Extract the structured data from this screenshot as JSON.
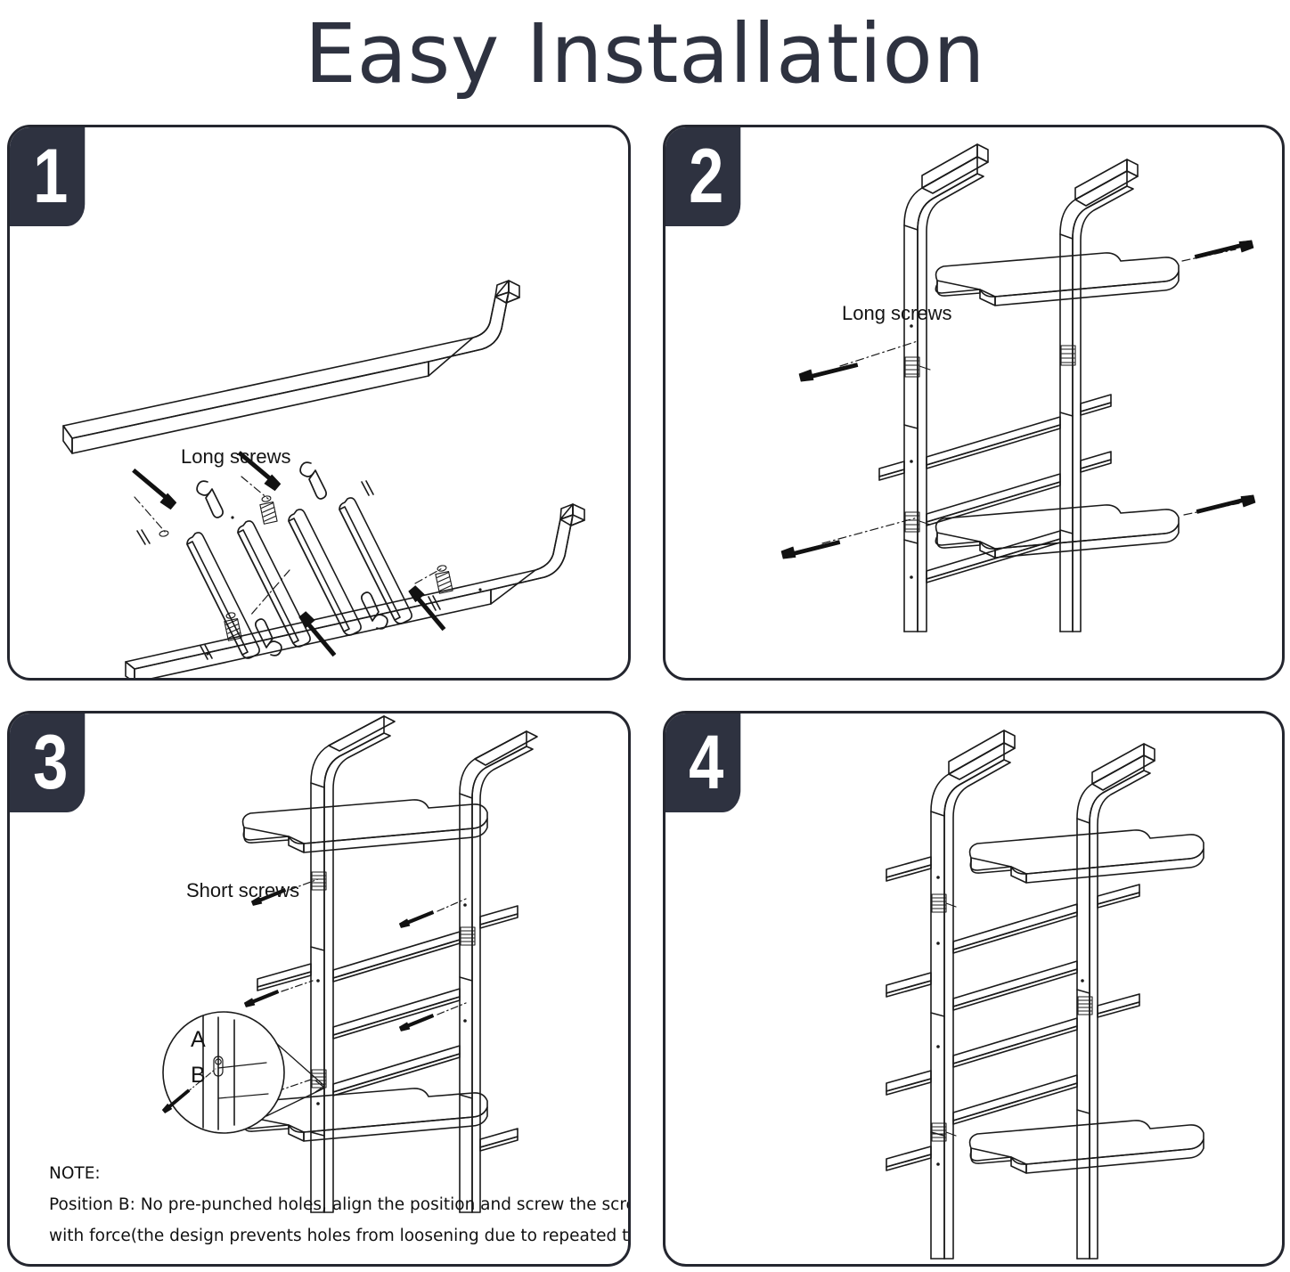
{
  "page": {
    "title": "Easy Installation",
    "background": "#ffffff",
    "accent_color": "#2e3240",
    "line_color": "#1a1a1a"
  },
  "steps": [
    {
      "number": "1",
      "badge_name": "step-badge-1",
      "labels": [
        {
          "text": "Long screws",
          "name": "long-screws-label-step1"
        }
      ],
      "illustration": "two-side-rails-laid-flat-with-four-rungs-screws-and-hex-keys"
    },
    {
      "number": "2",
      "badge_name": "step-badge-2",
      "labels": [
        {
          "text": "Long screws",
          "name": "long-screws-label-step2"
        }
      ],
      "illustration": "upright-frame-with-top-and-bottom-shelves-attached-by-long-screws"
    },
    {
      "number": "3",
      "badge_name": "step-badge-3",
      "labels": [
        {
          "text": "Short screws",
          "name": "short-screws-label-step3"
        },
        {
          "text": "A",
          "name": "detail-label-a"
        },
        {
          "text": "B",
          "name": "detail-label-b"
        }
      ],
      "note": {
        "heading": "NOTE:",
        "line1": "Position B: No pre-punched holes, align the position and screw the screws",
        "line2": "with force(the design prevents holes from loosening due to repeated tightening)"
      },
      "illustration": "frame-with-shelves-fastened-by-short-screws-and-magnified-detail-callout"
    },
    {
      "number": "4",
      "badge_name": "step-badge-4",
      "labels": [],
      "illustration": "completed-ladder-shelf-assembly"
    }
  ]
}
